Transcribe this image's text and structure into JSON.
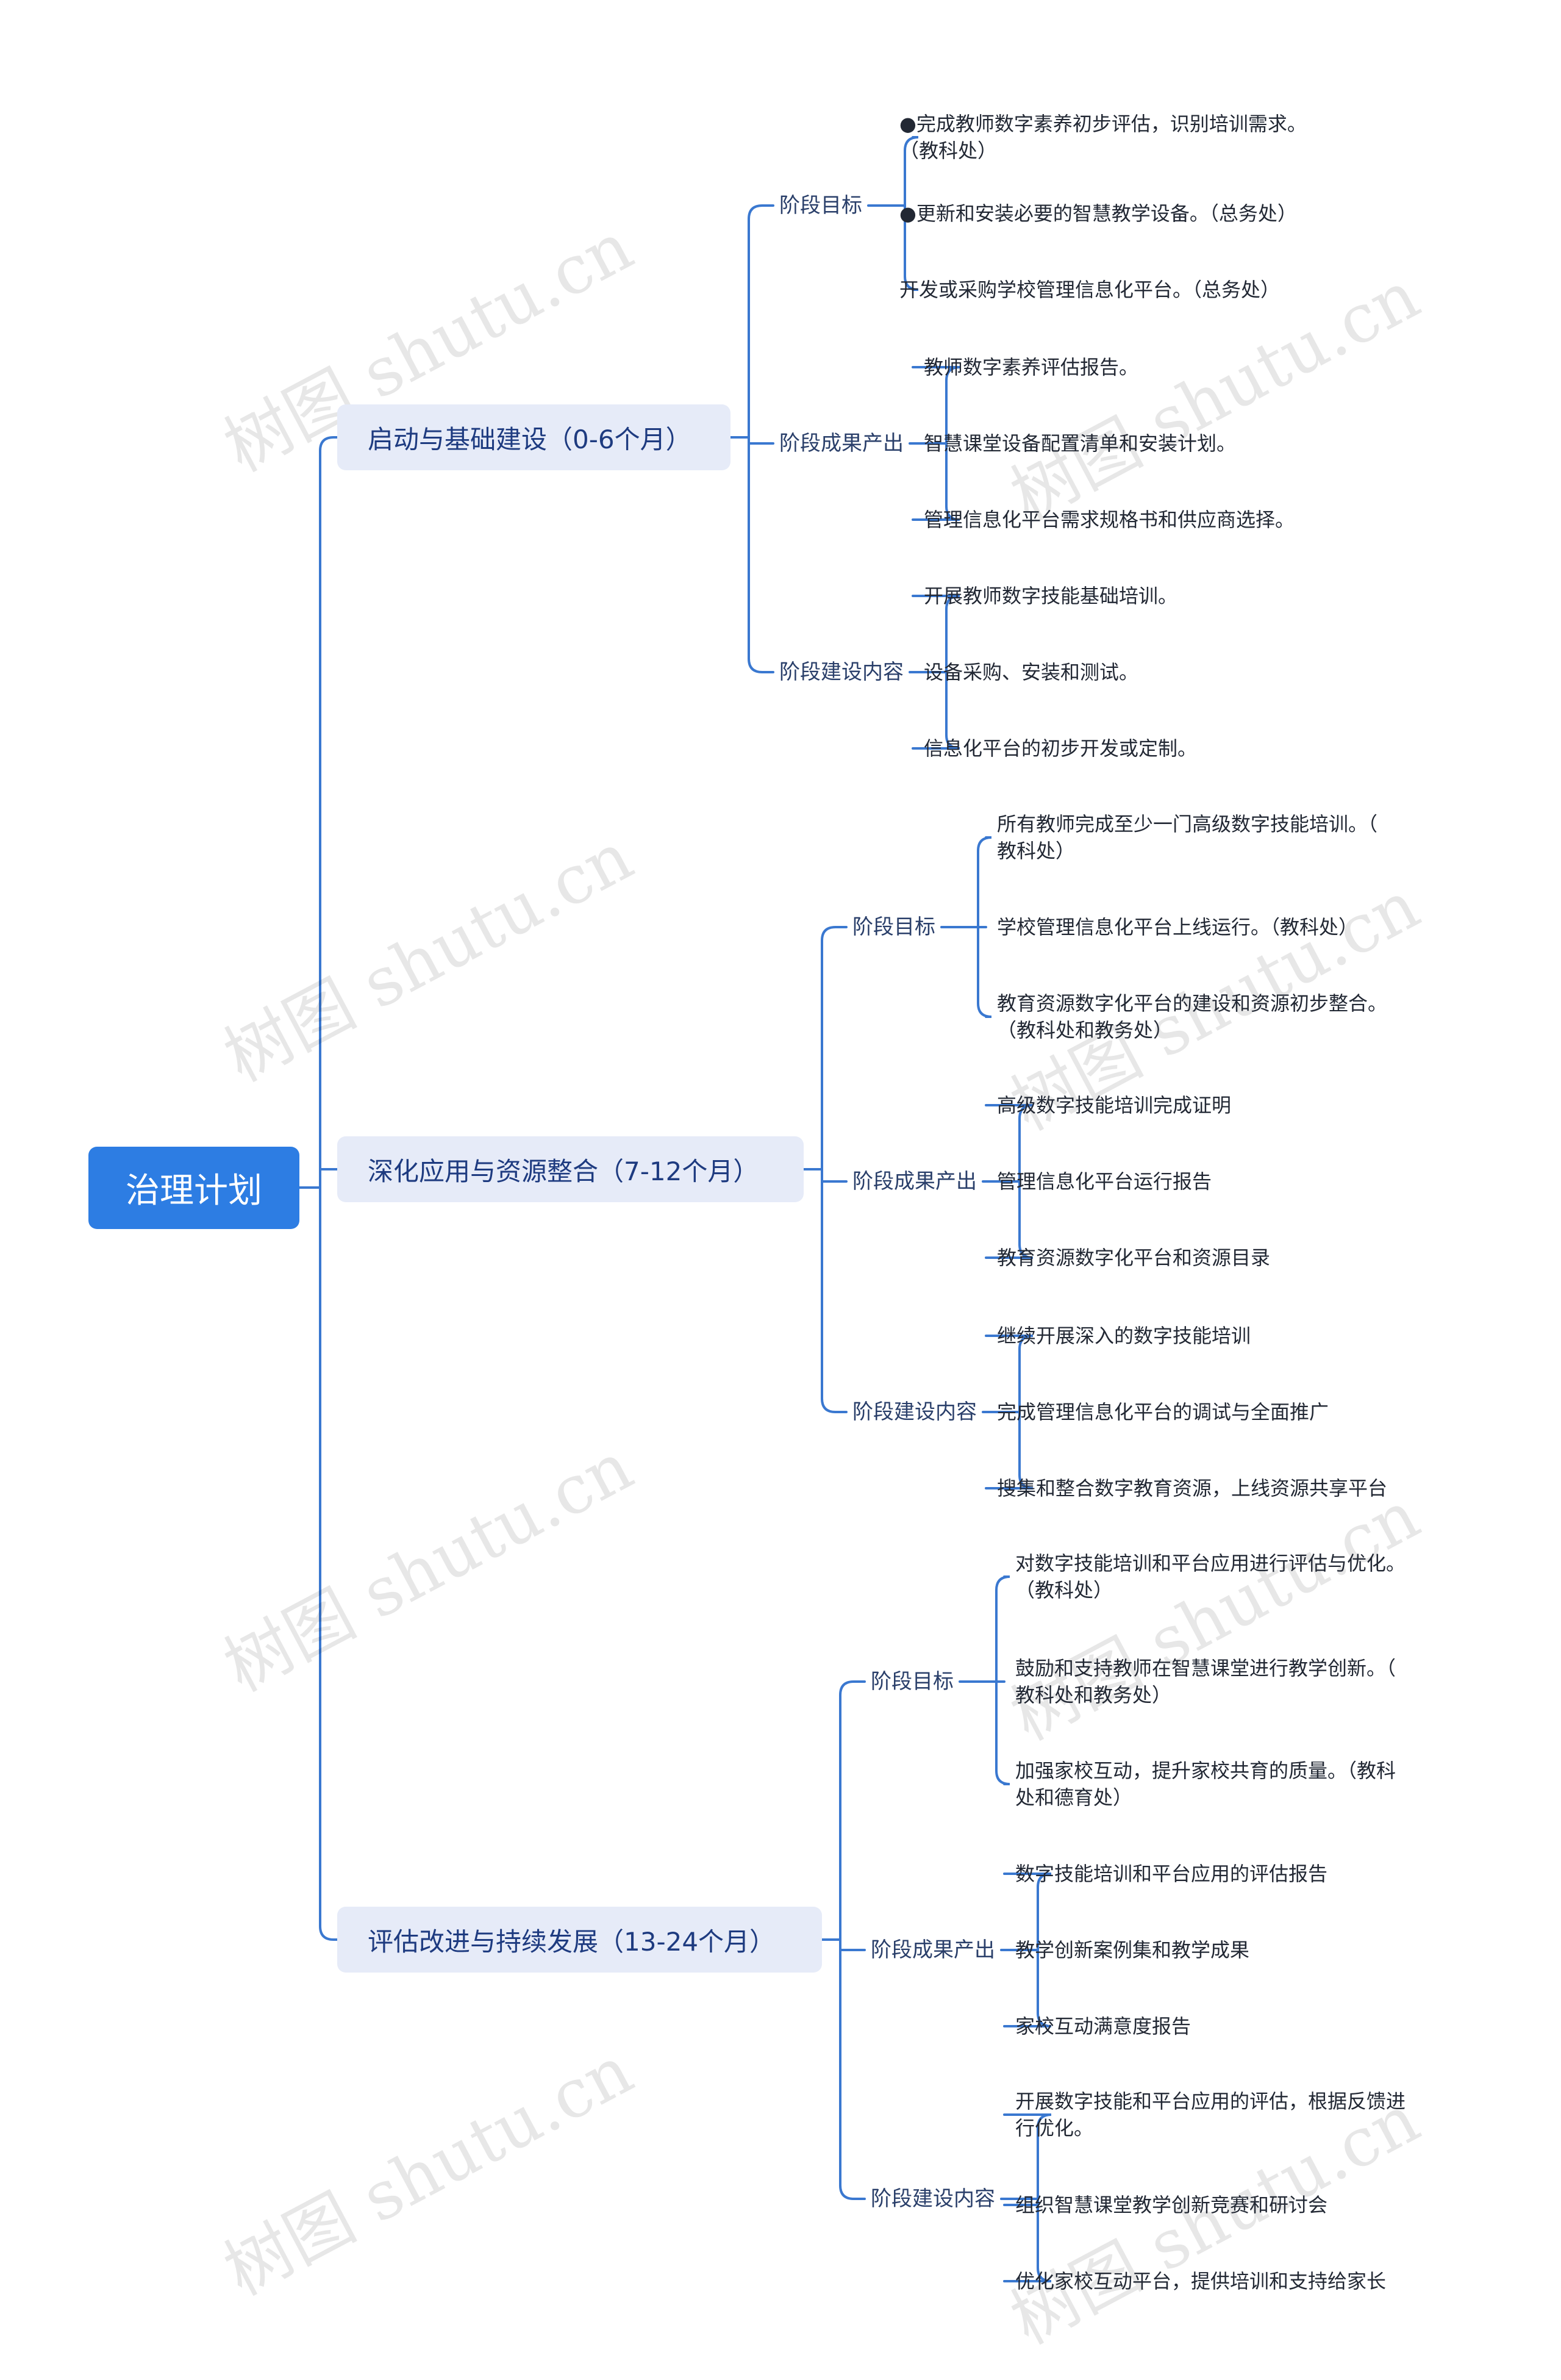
{
  "root": {
    "label": "治理计划"
  },
  "phases": [
    {
      "label": "启动与基础建设（0-6个月）",
      "categories": [
        {
          "label": "阶段目标",
          "items": [
            "●完成教师数字素养初步评估，识别培训需求。\n（教科处）",
            "●更新和安装必要的智慧教学设备。（总务处）",
            "开发或采购学校管理信息化平台。（总务处）"
          ]
        },
        {
          "label": "阶段成果产出",
          "items": [
            "教师数字素养评估报告。",
            "智慧课堂设备配置清单和安装计划。",
            "管理信息化平台需求规格书和供应商选择。"
          ]
        },
        {
          "label": "阶段建设内容",
          "items": [
            "开展教师数字技能基础培训。",
            "设备采购、安装和测试。",
            "信息化平台的初步开发或定制。"
          ]
        }
      ]
    },
    {
      "label": "深化应用与资源整合（7-12个月）",
      "categories": [
        {
          "label": "阶段目标",
          "items": [
            "所有教师完成至少一门高级数字技能培训。（\n教科处）",
            "学校管理信息化平台上线运行。（教科处）",
            "教育资源数字化平台的建设和资源初步整合。\n（教科处和教务处）"
          ]
        },
        {
          "label": "阶段成果产出",
          "items": [
            "高级数字技能培训完成证明",
            "管理信息化平台运行报告",
            "教育资源数字化平台和资源目录"
          ]
        },
        {
          "label": "阶段建设内容",
          "items": [
            "继续开展深入的数字技能培训",
            "完成管理信息化平台的调试与全面推广",
            "搜集和整合数字教育资源，上线资源共享平台"
          ]
        }
      ]
    },
    {
      "label": "评估改进与持续发展（13-24个月）",
      "categories": [
        {
          "label": "阶段目标",
          "items": [
            "对数字技能培训和平台应用进行评估与优化。\n（教科处）",
            "鼓励和支持教师在智慧课堂进行教学创新。（\n教科处和教务处）",
            "加强家校互动，提升家校共育的质量。（教科\n处和德育处）"
          ]
        },
        {
          "label": "阶段成果产出",
          "items": [
            "数字技能培训和平台应用的评估报告",
            "教学创新案例集和教学成果",
            "家校互动满意度报告"
          ]
        },
        {
          "label": "阶段建设内容",
          "items": [
            "开展数字技能和平台应用的评估，根据反馈进\n行优化。",
            "组织智慧课堂教学创新竞赛和研讨会",
            "优化家校互动平台，提供培训和支持给家长"
          ]
        }
      ]
    }
  ],
  "watermark": "树图 shutu.cn",
  "colors": {
    "line": "#3a78d0",
    "root_bg": "#2d7de3",
    "phase_bg": "#e6ebf8"
  }
}
